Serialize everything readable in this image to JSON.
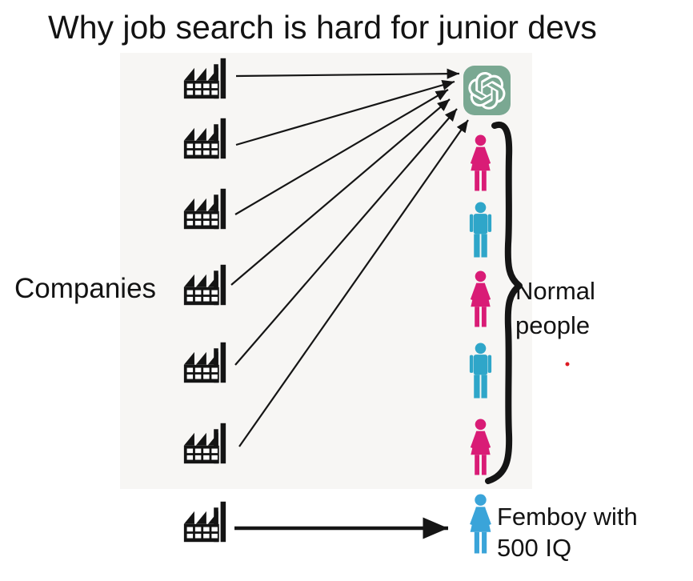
{
  "title": "Why job search is hard for junior devs",
  "labels": {
    "companies": "Companies",
    "normal_people": "Normal people",
    "femboy": "Femboy with 500 IQ"
  },
  "colors": {
    "ink": "#151515",
    "factory": "#141414",
    "openai_green": "#7aa892",
    "logo_mark": "#ffffff",
    "woman_pink": "#d91c76",
    "man_blue": "#2fa6c9",
    "femboy_blue": "#3aa4d9",
    "red_dot": "#dd1a22"
  },
  "diagram": {
    "factory_count": 7,
    "ai_logo": "openai-chatgpt-logo",
    "normal_people_sequence": [
      "woman-pink",
      "man-blue",
      "woman-pink",
      "man-blue",
      "woman-pink"
    ],
    "special_person": "blue-woman-figure-femboy",
    "arrows_to_ai_logo": 6,
    "arrows_to_femboy": 1
  }
}
